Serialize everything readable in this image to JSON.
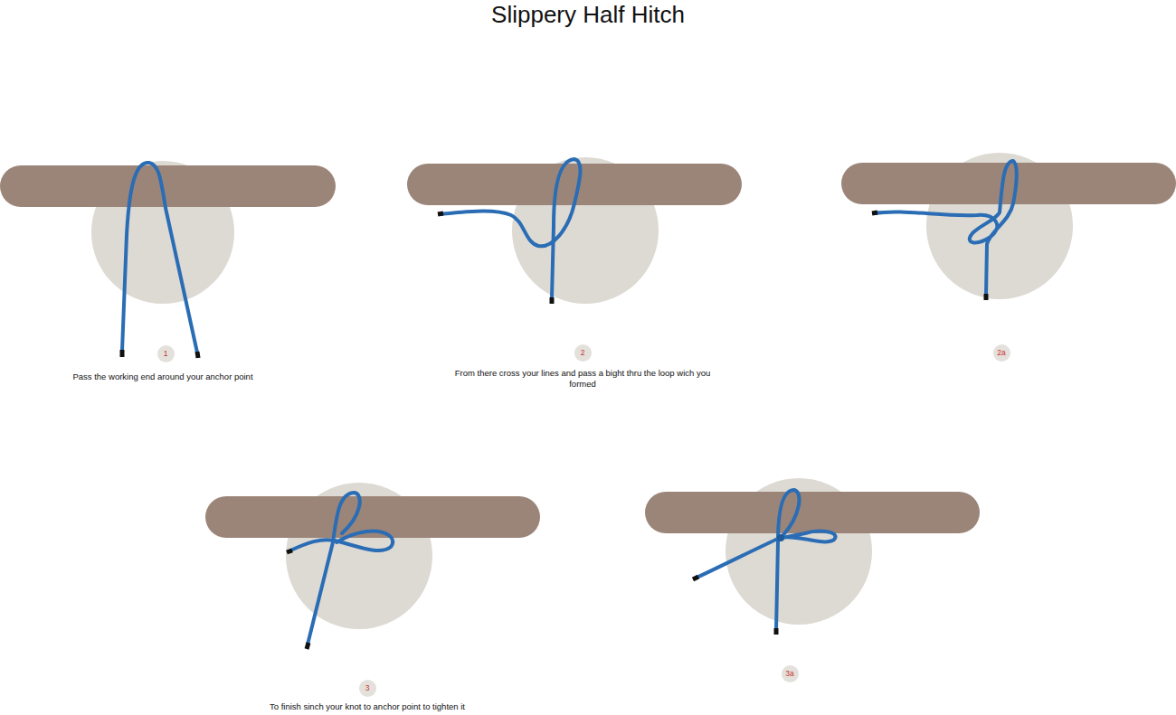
{
  "diagram": {
    "title": "Slippery Half Hitch",
    "nodes": [
      {
        "text": [
          "1"
        ]
      },
      {
        "text": [
          "2"
        ]
      },
      {
        "text": [
          "2a"
        ]
      },
      {
        "text": [
          "3"
        ]
      },
      {
        "text": [
          "3a"
        ]
      }
    ],
    "labels": [
      "Pass the working end around your anchor point",
      "From there cross your lines and pass a bight thru the loop wich you formed",
      "To finish sinch your knot to anchor point to tighten it"
    ]
  }
}
